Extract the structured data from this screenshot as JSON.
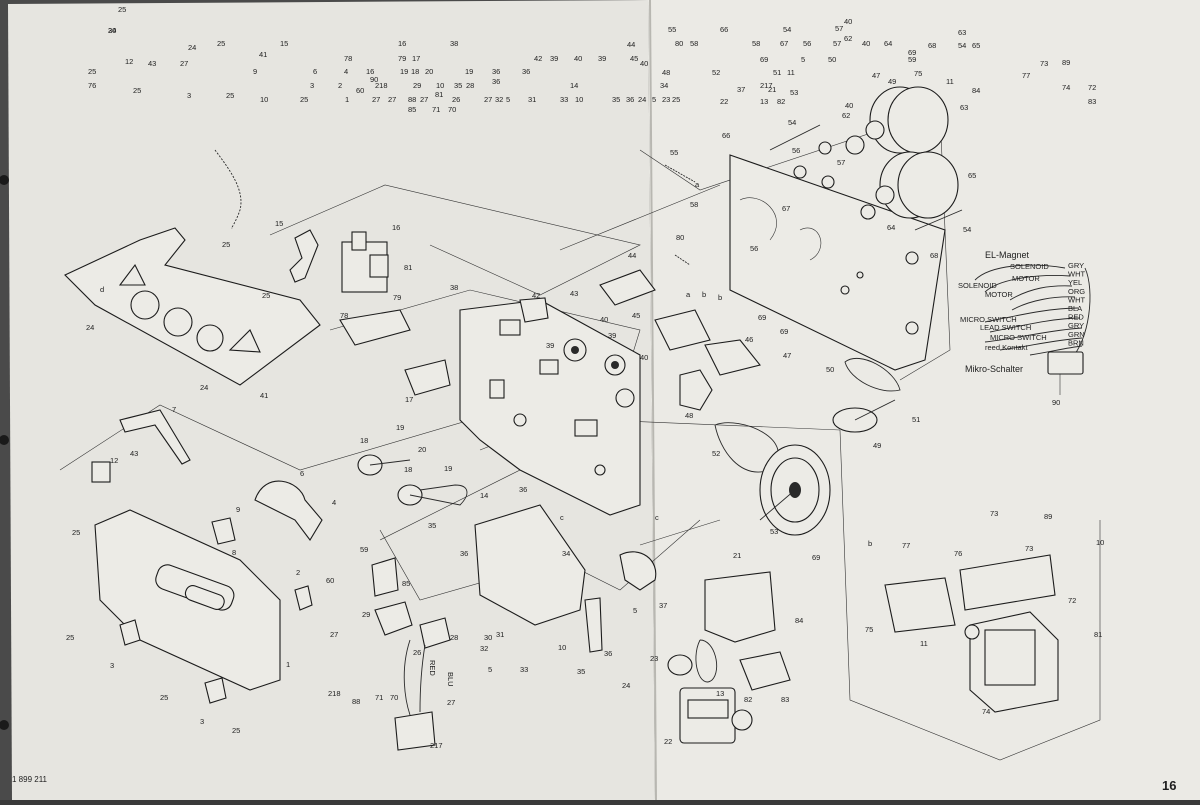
{
  "page": {
    "page_number": "16",
    "doc_code": "1 899 211",
    "paper_color": "#e9e8e3",
    "ink_color": "#1e1e1e"
  },
  "top_index": [
    "24",
    "24",
    "25",
    "15",
    "16",
    "38",
    "44",
    "55",
    "66",
    "54",
    "57",
    "40",
    "62",
    "63",
    "12",
    "43",
    "27",
    "25",
    "41",
    "78",
    "79",
    "17",
    "42",
    "39",
    "40",
    "39",
    "45",
    "80",
    "58",
    "58",
    "67",
    "56",
    "57",
    "40",
    "64",
    "68",
    "54",
    "65",
    "25",
    "9",
    "6",
    "4",
    "16",
    "19",
    "18",
    "20",
    "19",
    "36",
    "36",
    "40",
    "48",
    "52",
    "69",
    "5",
    "50",
    "69",
    "77",
    "73",
    "89",
    "90",
    "59",
    "51",
    "11",
    "47",
    "49",
    "75",
    "11",
    "76",
    "25",
    "3",
    "25",
    "3",
    "2",
    "60",
    "218",
    "29",
    "10",
    "35",
    "28",
    "36",
    "14",
    "34",
    "37",
    "21",
    "53",
    "84",
    "74",
    "72",
    "10",
    "25",
    "1",
    "27",
    "27",
    "88",
    "27",
    "26",
    "27",
    "32",
    "5",
    "31",
    "33",
    "10",
    "35",
    "36",
    "24",
    "5",
    "23",
    "25",
    "22",
    "13",
    "82",
    "83",
    "81",
    "85",
    "71",
    "70",
    "217",
    "30"
  ],
  "wiring": {
    "title": "EL-Magnet",
    "labels": [
      "SOLENOID",
      "SOLENOID",
      "MOTOR",
      "MOTOR",
      "MICRO SWITCH",
      "LEAD SWITCH",
      "MICRO SWITCH",
      "reed Kontakt",
      "Mikro-Schalter"
    ],
    "colors": [
      "GRY",
      "WHT",
      "YEL",
      "ORG",
      "WHT",
      "BLA",
      "RED",
      "GRY",
      "GRN",
      "BRN"
    ],
    "connector": "90"
  },
  "wire_labels": {
    "blu": "BLU",
    "red": "RED"
  },
  "callouts": [
    "25",
    "24",
    "24",
    "41",
    "15",
    "16",
    "81",
    "25",
    "79",
    "78",
    "17",
    "7",
    "12",
    "43",
    "6",
    "4",
    "8",
    "9",
    "25",
    "25",
    "2",
    "1",
    "3",
    "25",
    "3",
    "25",
    "18",
    "19",
    "20",
    "18",
    "19",
    "14",
    "35",
    "36",
    "59",
    "60",
    "85",
    "29",
    "27",
    "218",
    "88",
    "71",
    "70",
    "217",
    "26",
    "28",
    "30",
    "31",
    "32",
    "33",
    "27",
    "5",
    "38",
    "42",
    "43",
    "39",
    "40",
    "39",
    "45",
    "40",
    "46",
    "47",
    "48",
    "44",
    "80",
    "36",
    "34",
    "35",
    "36",
    "10",
    "5",
    "37",
    "55",
    "66",
    "54",
    "56",
    "57",
    "62",
    "40",
    "63",
    "65",
    "58",
    "56",
    "67",
    "64",
    "54",
    "68",
    "69",
    "69",
    "50",
    "52",
    "51",
    "49",
    "53",
    "21",
    "69",
    "84",
    "82",
    "83",
    "13",
    "23",
    "24",
    "22",
    "73",
    "89",
    "10",
    "77",
    "76",
    "75",
    "11",
    "73",
    "72",
    "81",
    "74",
    "c",
    "c",
    "a",
    "b",
    "a",
    "b",
    "d",
    "b"
  ]
}
